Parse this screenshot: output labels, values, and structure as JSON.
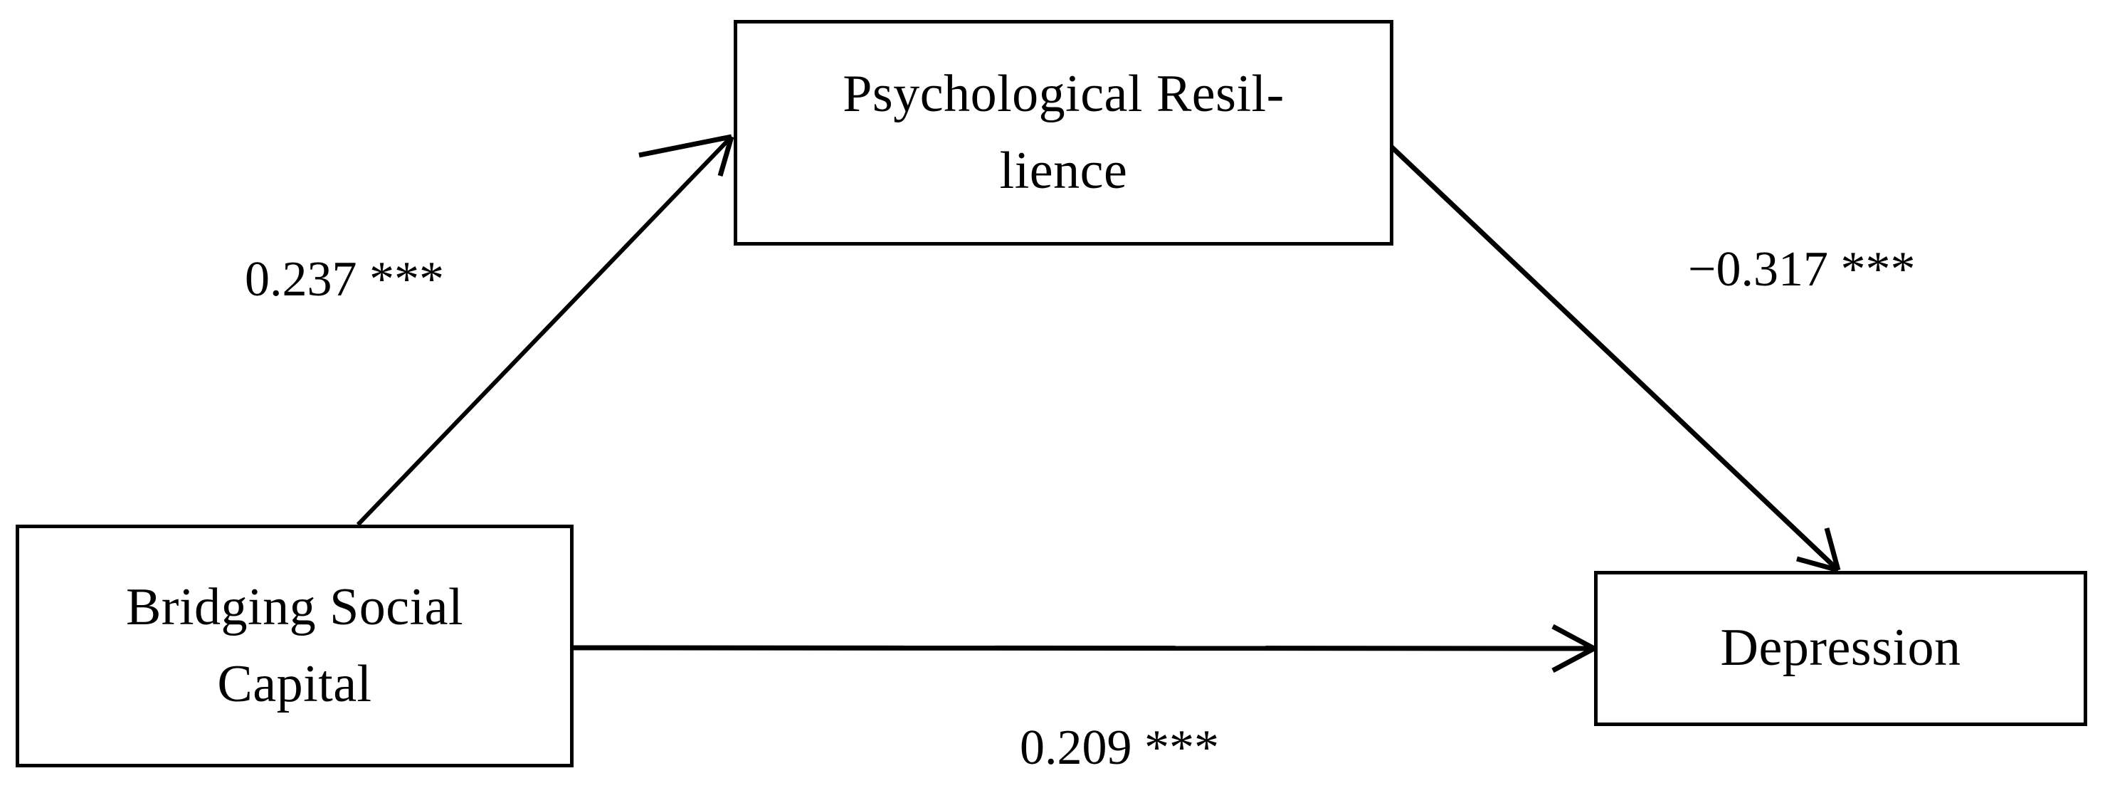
{
  "diagram": {
    "type": "mediation-path-diagram",
    "background_color": "#ffffff",
    "stroke_color": "#000000",
    "nodes": [
      {
        "id": "psychological-resilience",
        "label": "Psychological Resil-\nlience",
        "label_plain": "Psychological Resilience",
        "role": "mediator"
      },
      {
        "id": "bridging-social-capital",
        "label": "Bridging Social\nCapital",
        "label_plain": "Bridging Social Capital",
        "role": "predictor"
      },
      {
        "id": "depression",
        "label": "Depression",
        "label_plain": "Depression",
        "role": "outcome"
      }
    ],
    "edges": [
      {
        "id": "a-path",
        "from": "bridging-social-capital",
        "to": "psychological-resilience",
        "coefficient": "0.237 ***",
        "value": 0.237,
        "significance": "***"
      },
      {
        "id": "b-path",
        "from": "psychological-resilience",
        "to": "depression",
        "coefficient": "−0.317 ***",
        "value": -0.317,
        "significance": "***"
      },
      {
        "id": "c-path",
        "from": "bridging-social-capital",
        "to": "depression",
        "coefficient": "0.209 ***",
        "value": 0.209,
        "significance": "***"
      }
    ]
  }
}
